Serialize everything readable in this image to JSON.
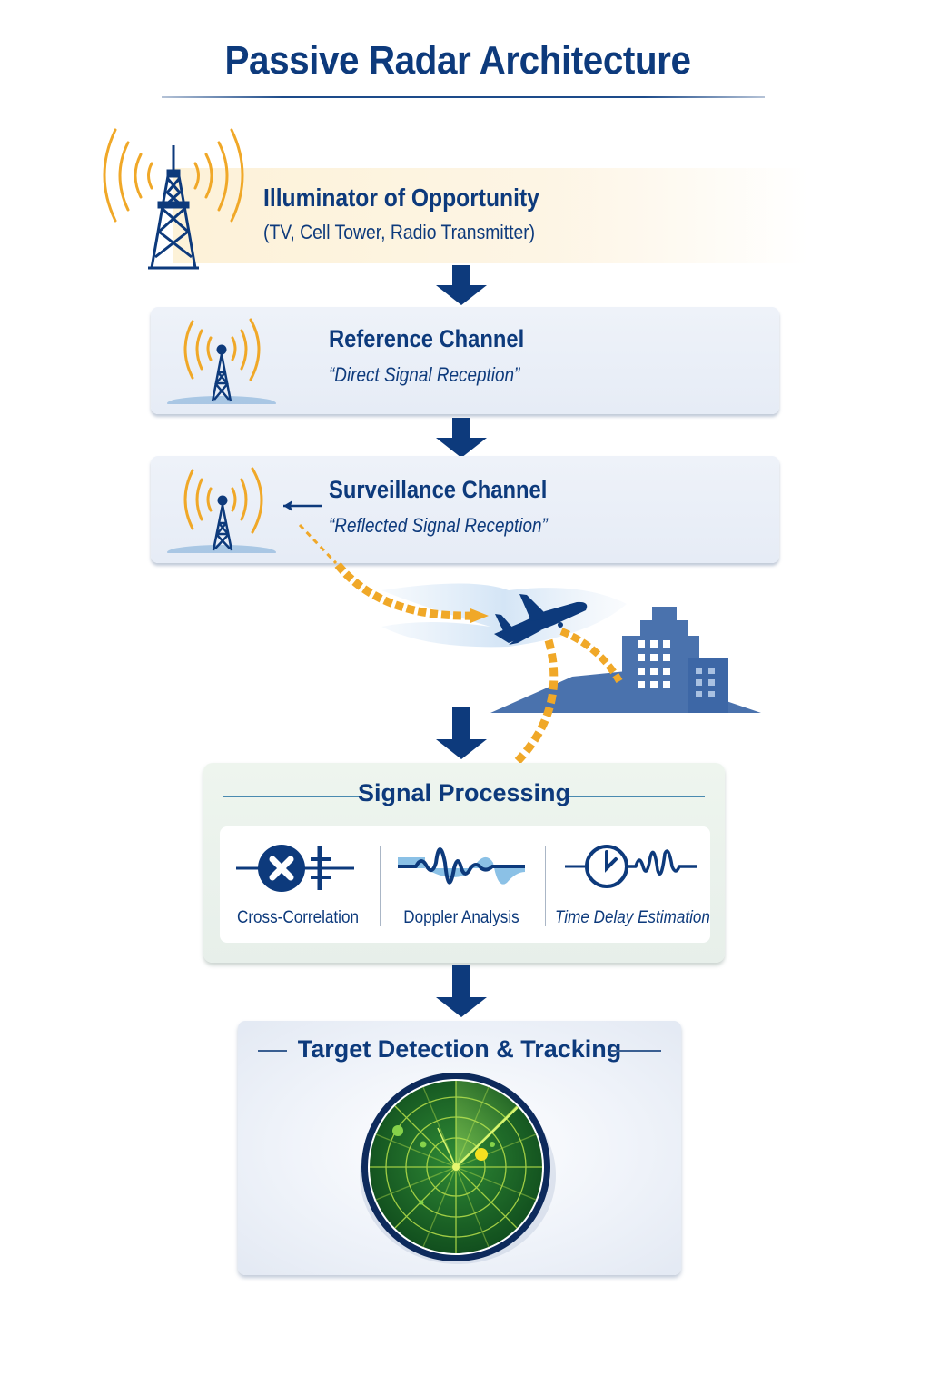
{
  "title": "Passive Radar Architecture",
  "colors": {
    "navy": "#0d3a7c",
    "signal_orange": "#f0a020",
    "card_bg": "#e9eef7",
    "processing_bg": "#eaf2ec",
    "radar_green": "#1d6b2a",
    "radar_grid": "#b8e04a",
    "target_yellow": "#f5e020"
  },
  "illuminator": {
    "icon": "broadcast-tower-icon",
    "title": "Illuminator of Opportunity",
    "subtitle": "(TV, Cell Tower, Radio Transmitter)"
  },
  "reference_channel": {
    "icon": "antenna-icon",
    "title": "Reference Channel",
    "subtitle": "“Direct Signal Reception”"
  },
  "surveillance_channel": {
    "icon": "antenna-icon",
    "title": "Surveillance Channel",
    "subtitle": "“Reflected Signal Reception”"
  },
  "scene": {
    "target": "airplane-icon",
    "clutter": "buildings-icon"
  },
  "signal_processing": {
    "title": "Signal Processing",
    "steps": [
      {
        "icon": "cross-correlation-icon",
        "label": "Cross-Correlation"
      },
      {
        "icon": "doppler-waveform-icon",
        "label": "Doppler Analysis"
      },
      {
        "icon": "clock-waveform-icon",
        "label": "Time Delay Estimation"
      }
    ]
  },
  "target_detection": {
    "title": "Target Detection & Tracking",
    "icon": "radar-scope-icon"
  }
}
